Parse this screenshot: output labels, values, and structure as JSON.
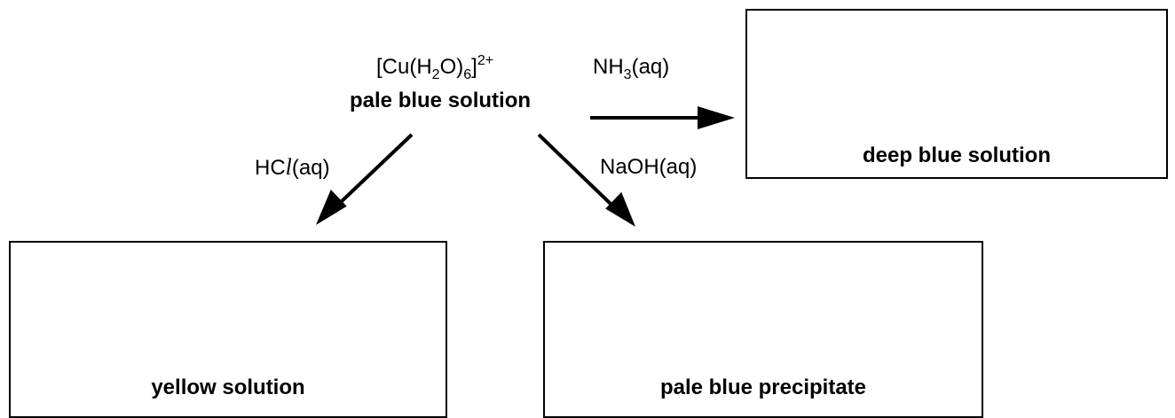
{
  "start": {
    "formula": {
      "open": "[Cu(H",
      "sub1": "2",
      "mid": "O)",
      "sub2": "6",
      "close": "]",
      "charge": "2+"
    },
    "description": "pale blue solution"
  },
  "reagents": {
    "ammonia": {
      "main": "NH",
      "sub": "3",
      "tail": "(aq)"
    },
    "hcl": {
      "pre": "HC",
      "ital": "l",
      "tail": "(aq)"
    },
    "naoh": "NaOH(aq)"
  },
  "products": {
    "ammonia_box": "deep blue solution",
    "hcl_box": "yellow solution",
    "naoh_box": "pale blue precipitate"
  }
}
